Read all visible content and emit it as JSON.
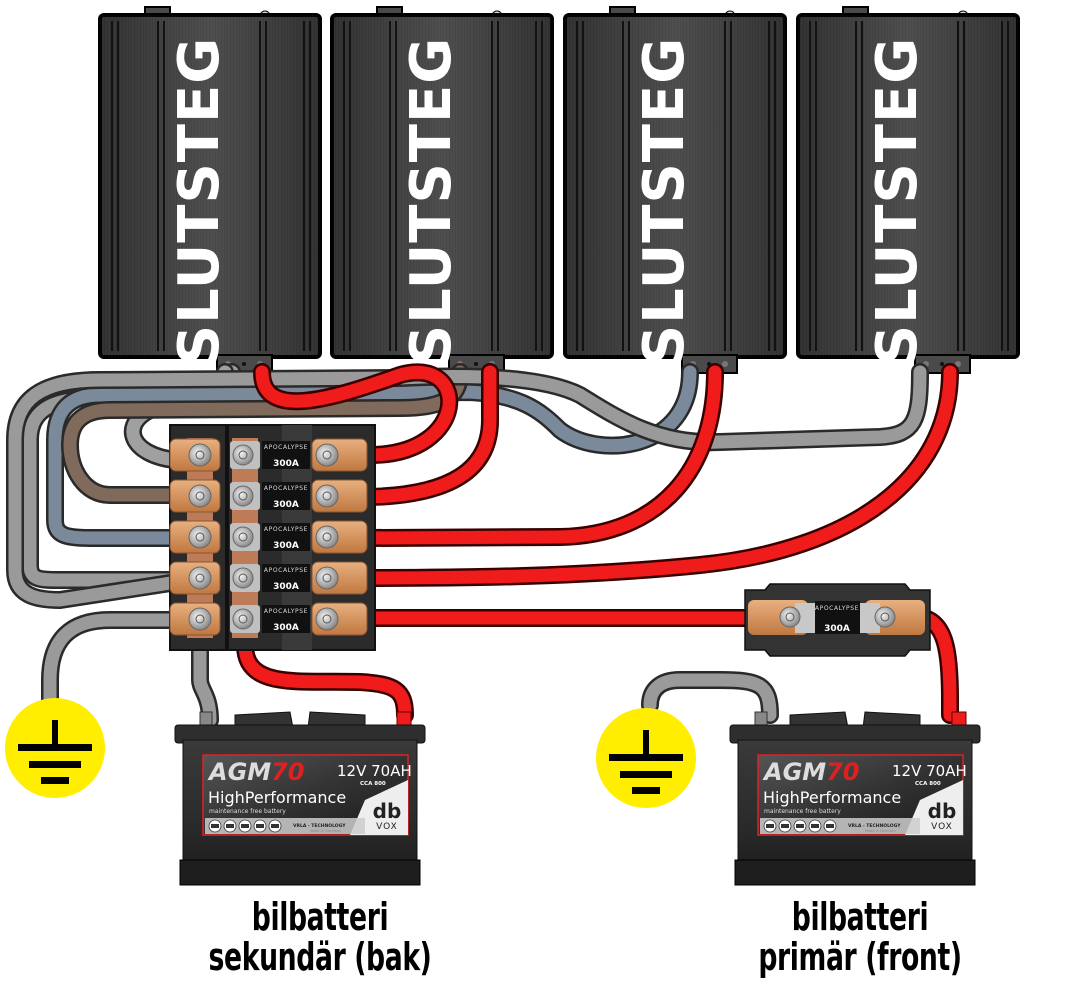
{
  "diagram": {
    "title": "Car audio power distribution with dual batteries",
    "amplifiers": [
      {
        "label": "SLUTSTEG"
      },
      {
        "label": "SLUTSTEG"
      },
      {
        "label": "SLUTSTEG"
      },
      {
        "label": "SLUTSTEG"
      }
    ],
    "distribution_block": {
      "fuses": [
        {
          "brand": "APOCALYPSE",
          "rating": "300A"
        },
        {
          "brand": "APOCALYPSE",
          "rating": "300A"
        },
        {
          "brand": "APOCALYPSE",
          "rating": "300A"
        },
        {
          "brand": "APOCALYPSE",
          "rating": "300A"
        },
        {
          "brand": "APOCALYPSE",
          "rating": "300A"
        }
      ]
    },
    "inline_fuse": {
      "brand": "APOCALYPSE",
      "rating": "300A"
    },
    "batteries": [
      {
        "model_prefix": "AGM",
        "model_number": "70",
        "spec": "12V 70AH",
        "cca": "CCA 800",
        "series": "HighPerformance",
        "tagline": "maintenance free battery",
        "technology": "VRLA - TECHNOLOGY",
        "made_in": "Made in Germany",
        "brand_top": "db",
        "brand_bottom": "VOX",
        "caption_line1": "bilbatteri",
        "caption_line2": "sekundär (bak)"
      },
      {
        "model_prefix": "AGM",
        "model_number": "70",
        "spec": "12V 70AH",
        "cca": "CCA 800",
        "series": "HighPerformance",
        "tagline": "maintenance free battery",
        "technology": "VRLA - TECHNOLOGY",
        "made_in": "Made in Germany",
        "brand_top": "db",
        "brand_bottom": "VOX",
        "caption_line1": "bilbatteri",
        "caption_line2": "primär (front)"
      }
    ],
    "ground_symbols": [
      {
        "icon": "ground-icon"
      },
      {
        "icon": "ground-icon"
      }
    ],
    "colors": {
      "positive_wire": "#f01c1c",
      "ground_wire": "#8c8c8c",
      "blue_gray_wire": "#7a8a9a",
      "brown_wire": "#806a5c",
      "amp_body": "#3a3a3a",
      "copper": "#d99a66",
      "ground_symbol": "#ffee00"
    }
  }
}
